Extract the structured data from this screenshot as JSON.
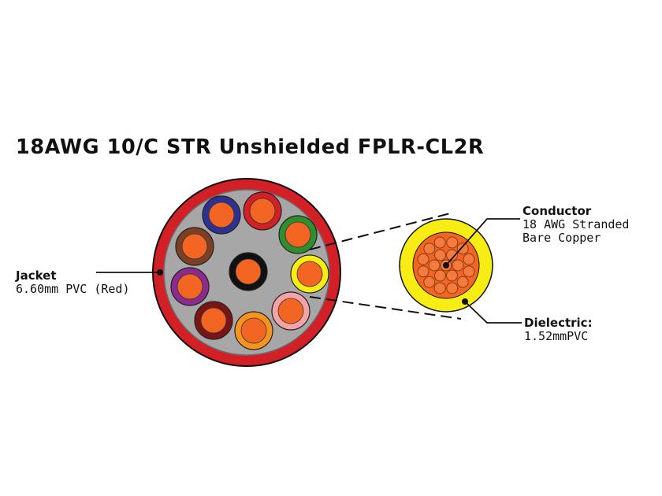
{
  "title": "18AWG 10/C STR Unshielded FPLR-CL2R",
  "colors": {
    "jacket": "#d31f26",
    "filler": "#a7a7a7",
    "copper": "#f26522",
    "copper_strand": "#f47a3e",
    "dielectric": "#f7ec13",
    "line": "#111111",
    "conductor_insulations": [
      "#2e3192",
      "#d31f26",
      "#2f8f2f",
      "#f7ec13",
      "#f4a3a6",
      "#f7941d",
      "#7a1416",
      "#8d2a90",
      "#7b3f24",
      "#111111"
    ]
  },
  "labels": {
    "jacket": {
      "name": "Jacket",
      "desc": "6.60mm PVC (Red)"
    },
    "conductor": {
      "name": "Conductor",
      "desc1": "18 AWG Stranded",
      "desc2": "Bare Copper"
    },
    "dielectric": {
      "name": "Dielectric:",
      "desc": "1.52mmPVC"
    }
  }
}
